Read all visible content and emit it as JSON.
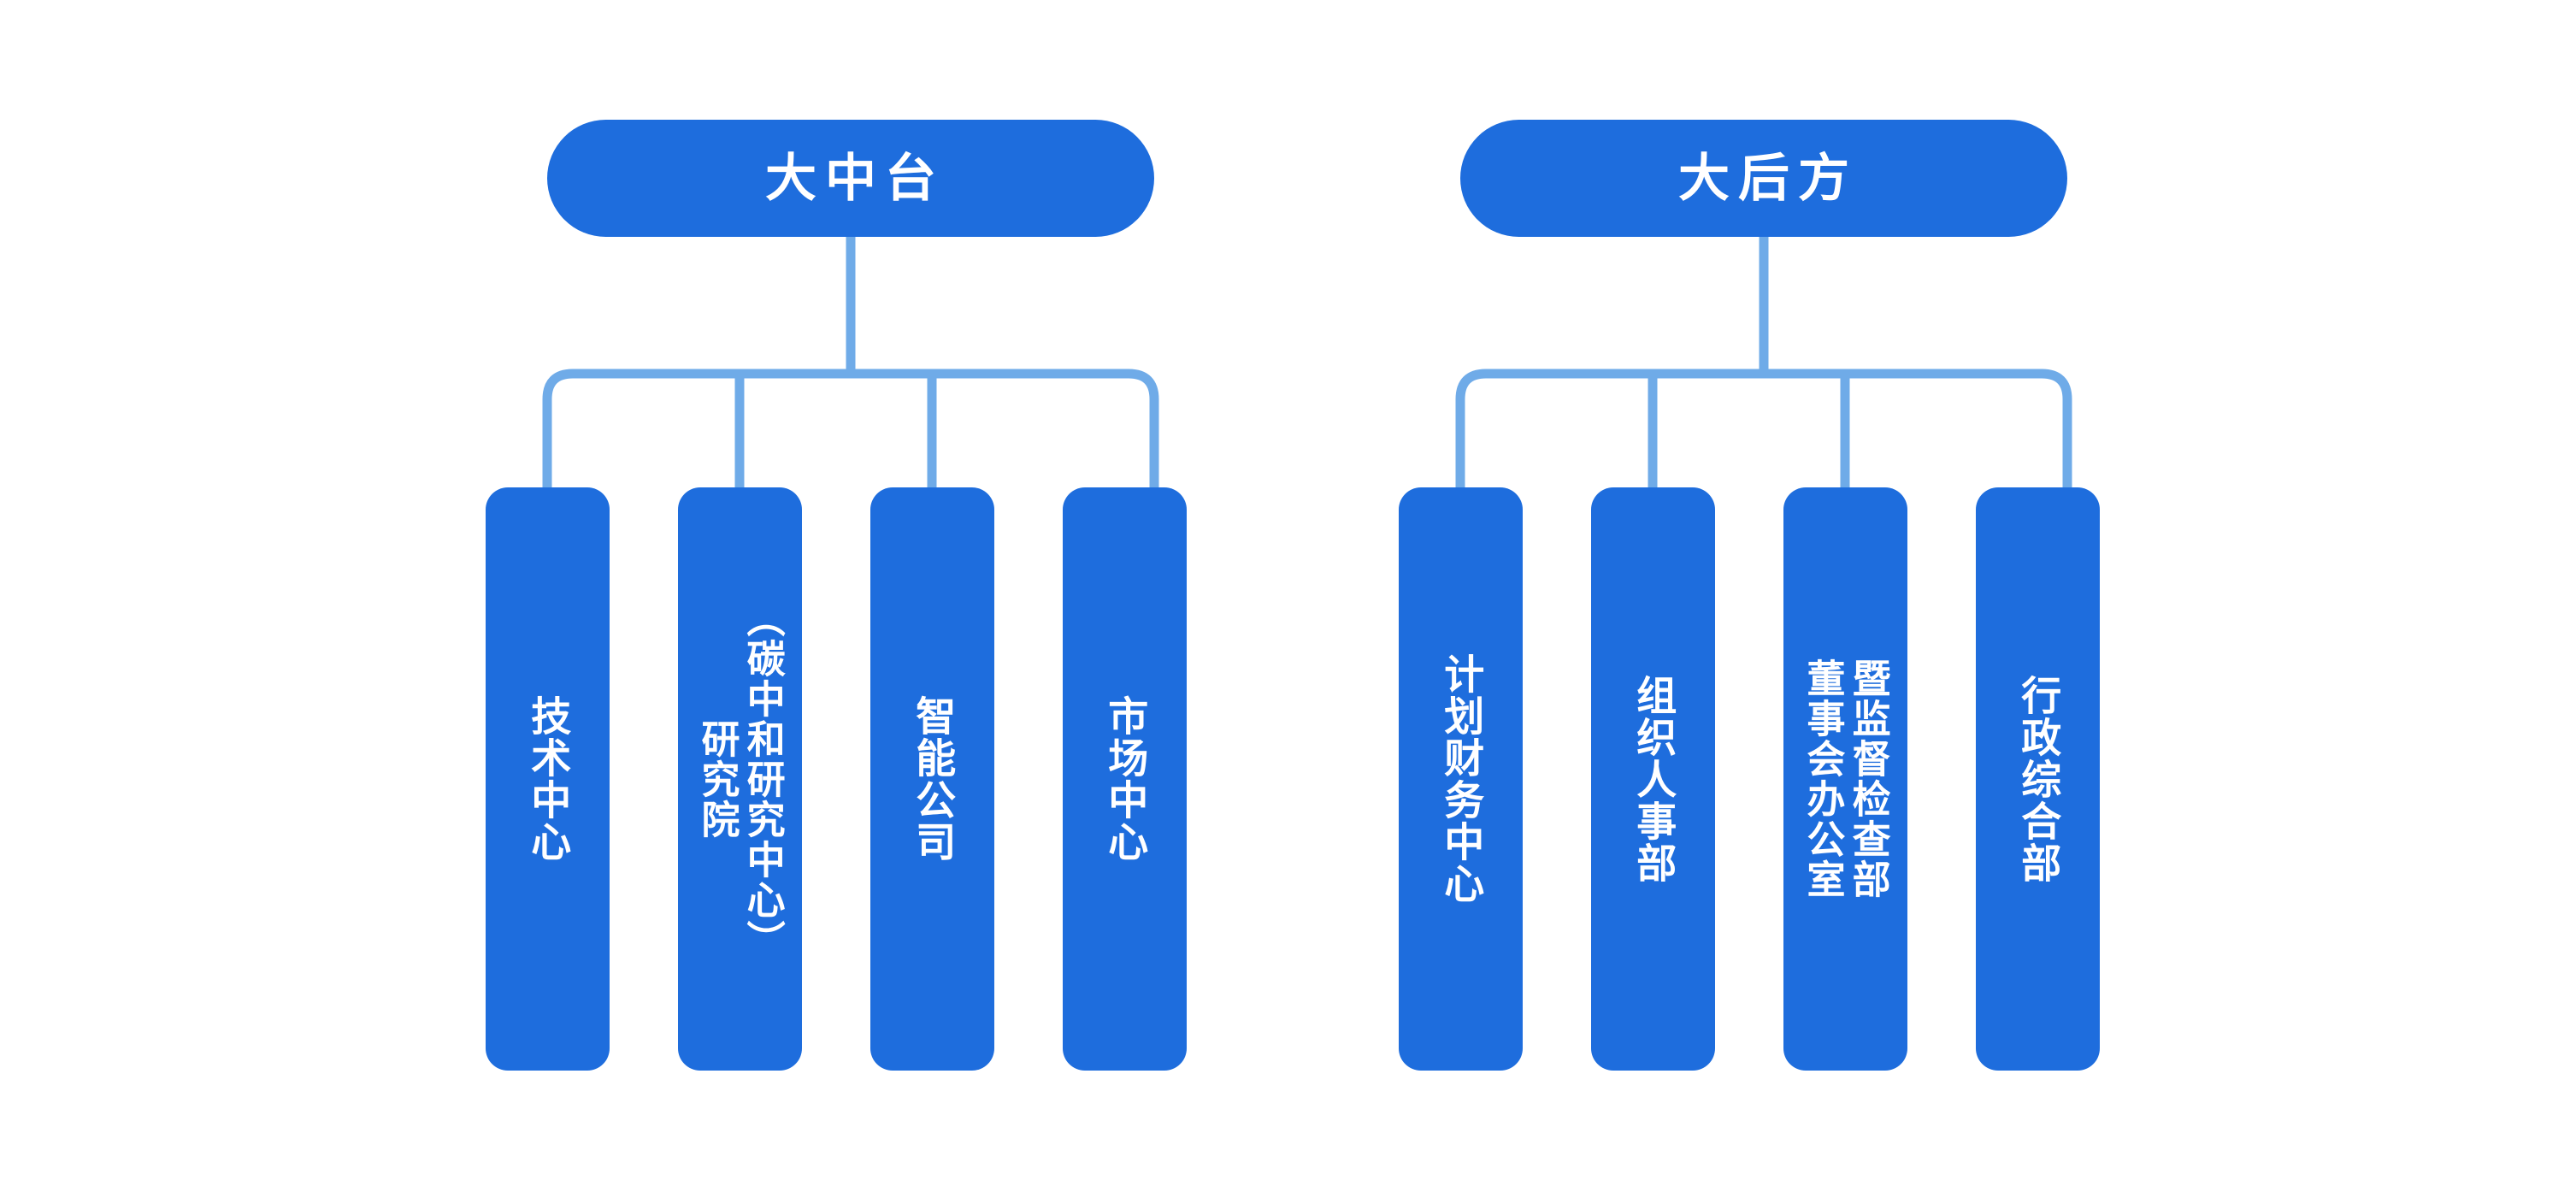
{
  "chart_data": {
    "type": "diagram",
    "subtype": "organization-chart",
    "title": "",
    "orientation": "top-down",
    "text_direction": "vertical-rl",
    "colors": {
      "node_fill": "#1e6ddd",
      "header_fill": "#1e6ddd",
      "node_text": "#ffffff",
      "connector": "#6fabe8",
      "background": "#ffffff"
    },
    "groups": [
      {
        "id": "zhongtai",
        "header": "大中台",
        "children": [
          "技术中心",
          "研究院（碳中和研究中心）",
          "智能公司",
          "市场中心"
        ]
      },
      {
        "id": "houfang",
        "header": "大后方",
        "children": [
          "计划财务中心",
          "组织人事部",
          "董事会办公室暨监督检查部",
          "行政综合部"
        ]
      }
    ]
  },
  "groups": [
    {
      "id": "zhongtai",
      "header": {
        "label": "大中台"
      },
      "nodes": [
        {
          "id": "tech-center",
          "columns": [
            "技术中心"
          ]
        },
        {
          "id": "research-institute",
          "columns": [
            "（碳中和研究中心）",
            "研究院"
          ]
        },
        {
          "id": "intelligent-company",
          "columns": [
            "智能公司"
          ]
        },
        {
          "id": "market-center",
          "columns": [
            "市场中心"
          ]
        }
      ]
    },
    {
      "id": "houfang",
      "header": {
        "label": "大后方"
      },
      "nodes": [
        {
          "id": "finance-center",
          "columns": [
            "计划财务中心"
          ]
        },
        {
          "id": "hr-department",
          "columns": [
            "组织人事部"
          ]
        },
        {
          "id": "board-office",
          "columns": [
            "暨监督检查部",
            "董事会办公室"
          ]
        },
        {
          "id": "admin-department",
          "columns": [
            "行政综合部"
          ]
        }
      ]
    }
  ]
}
